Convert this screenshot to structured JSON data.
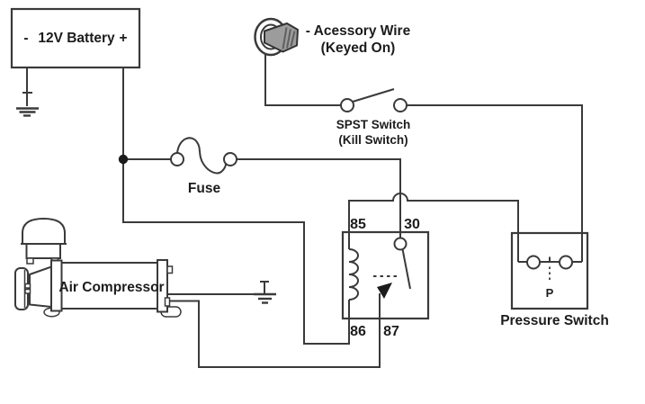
{
  "colors": {
    "background": "#ffffff",
    "line": "#3a3a3a",
    "text": "#1c1c1c",
    "key_fill": "#9c9c9c",
    "key_hatch": "#5f5f5f"
  },
  "battery": {
    "negative": "-",
    "label": "12V Battery",
    "positive": "+"
  },
  "accessory_wire": {
    "label": "- Acessory Wire",
    "sublabel": "(Keyed On)"
  },
  "kill_switch": {
    "label": "SPST Switch",
    "sublabel": "(Kill Switch)"
  },
  "fuse": {
    "label": "Fuse"
  },
  "relay": {
    "terminal_85": "85",
    "terminal_30": "30",
    "terminal_86": "86",
    "terminal_87": "87"
  },
  "air_compressor": {
    "label": "Air Compressor"
  },
  "pressure_switch": {
    "label": "Pressure Switch",
    "port": "P"
  }
}
